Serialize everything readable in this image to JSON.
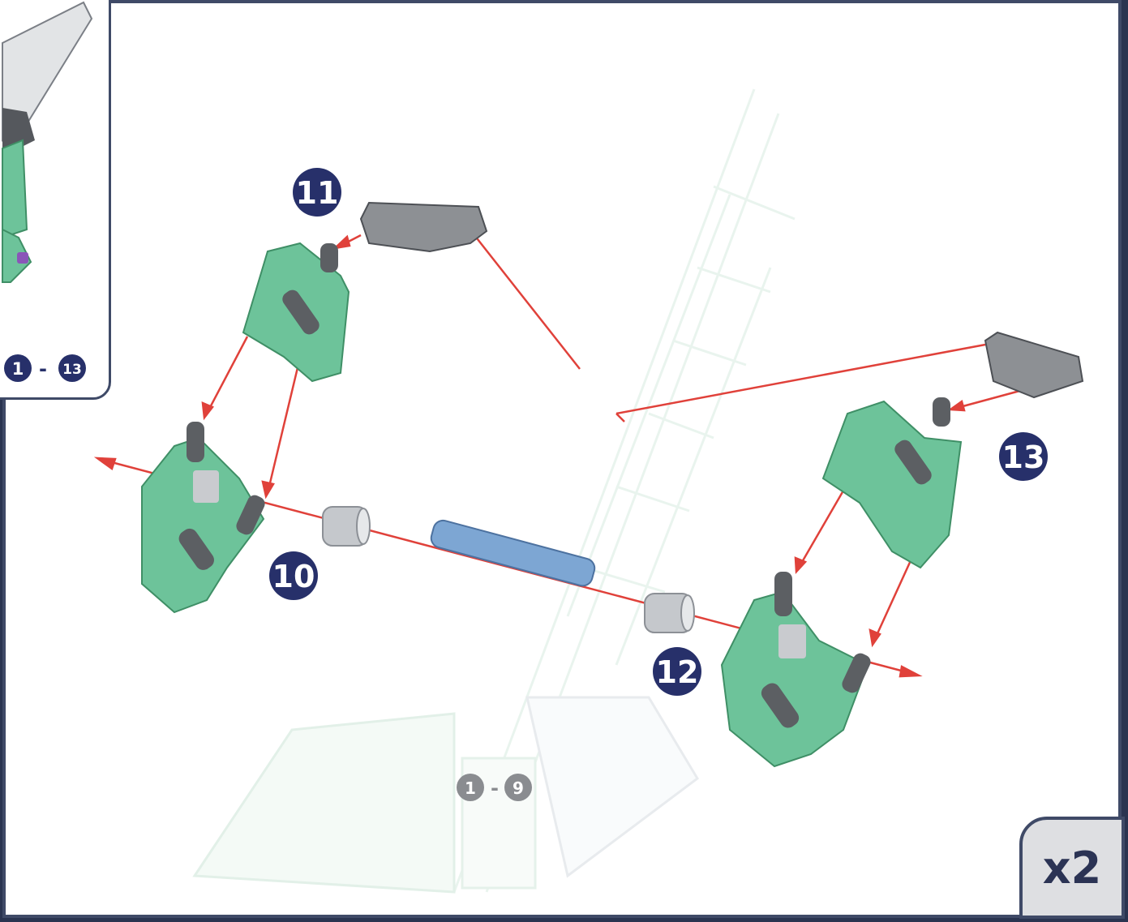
{
  "inset": {
    "range_start": "1",
    "range_dash": "-",
    "range_end": "13"
  },
  "steps": {
    "s10": "10",
    "s11": "11",
    "s12": "12",
    "s13": "13"
  },
  "background_model": {
    "range_start": "1",
    "range_dash": "-",
    "range_end": "9"
  },
  "multiplier": "x2",
  "colors": {
    "frame": "#3f4a67",
    "step_badge": "#27306a",
    "arrow": "#e0413a",
    "green_part": "#6dc39a",
    "gray_part": "#6b6e72",
    "blue_rod": "#7da6d3",
    "spacer": "#c5c8cc"
  }
}
